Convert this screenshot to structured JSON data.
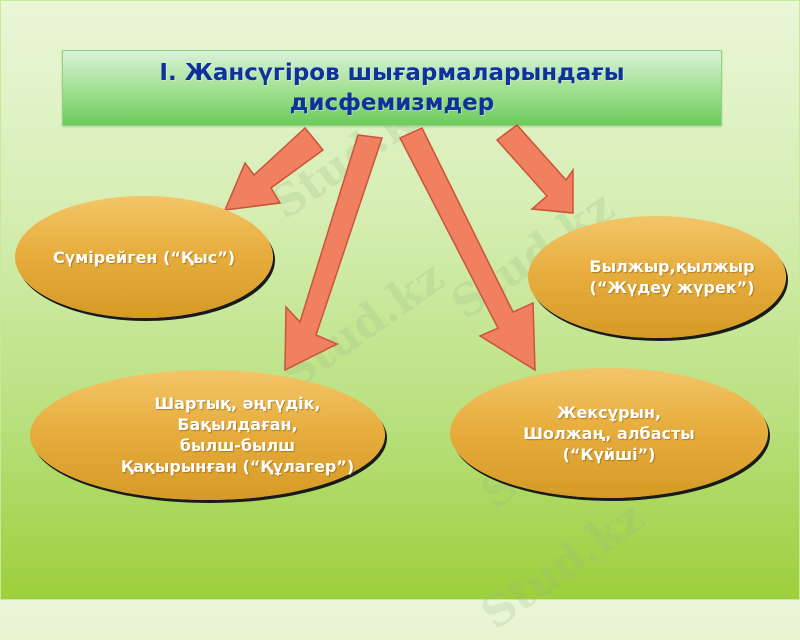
{
  "slide": {
    "title_lines": [
      "І. Жансүгіров шығармаларындағы",
      "дисфемизмдер"
    ]
  },
  "nodes": [
    {
      "id": "node-kys",
      "lines": [
        "Сүмірейген (“Қыс”)"
      ]
    },
    {
      "id": "node-zhudeu-zhurek",
      "lines": [
        "Былжыр,қылжыр",
        "(“Жүдеу жүрек”)"
      ]
    },
    {
      "id": "node-kulager",
      "lines": [
        "Шартық, әңгүдік,",
        "Бақылдаған,",
        "былш-былш",
        "Қақырынған (“Құлагер”)"
      ]
    },
    {
      "id": "node-kuishi",
      "lines": [
        "Жексұрын,",
        "Шолжаң, албасты",
        "(“Күйші”)"
      ]
    }
  ],
  "watermark": {
    "text": "Stud.kz"
  },
  "colors": {
    "title_text": "#10319c",
    "arrow_fill": "#f08060",
    "arrow_stroke": "#c9543a",
    "ellipse_fill": "#e7ae3f",
    "node_text": "#ffffff"
  }
}
